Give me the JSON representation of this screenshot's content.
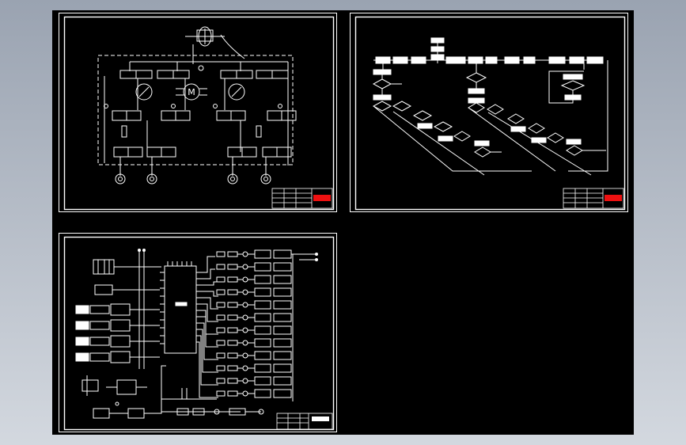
{
  "viewport": {
    "background_top": "#9aa3b1",
    "background_bottom": "#d3d8df",
    "canvas_color": "#000000",
    "line_color": "#ffffff",
    "accent_color": "#e11111"
  },
  "sheets": [
    {
      "id": "hydraulic-schematic",
      "title_block_text": ""
    },
    {
      "id": "control-flowchart",
      "title_block_text": ""
    },
    {
      "id": "plc-wiring-diagram",
      "title_block_text": ""
    }
  ],
  "motor_label": "M"
}
